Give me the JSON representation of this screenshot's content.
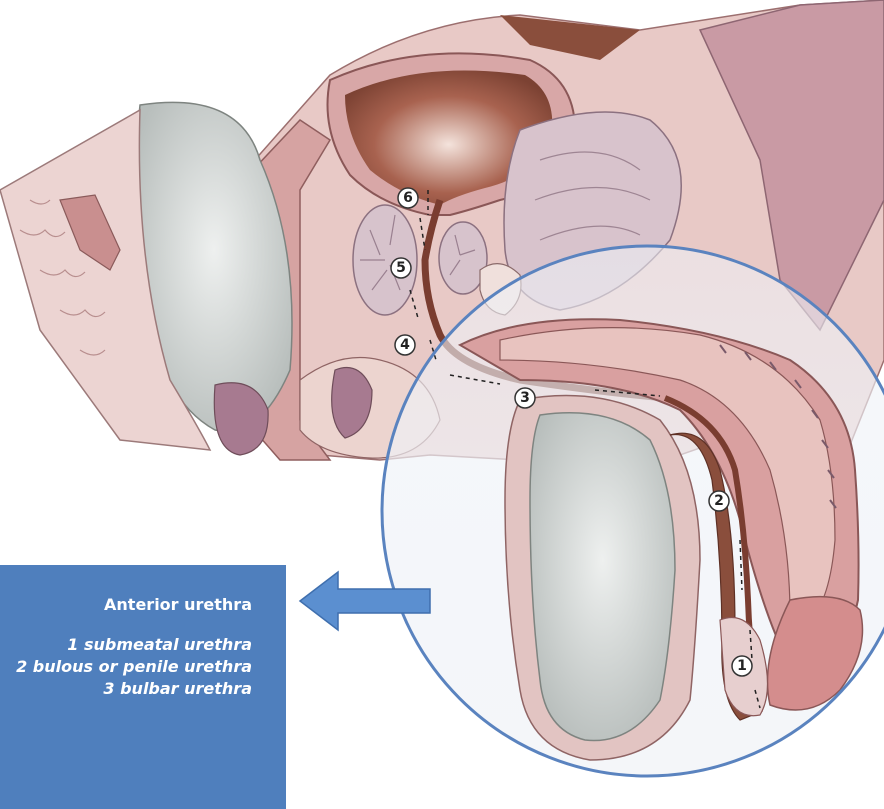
{
  "markers": [
    "1",
    "2",
    "3",
    "4",
    "5",
    "6"
  ],
  "caption": {
    "title": "Anterior urethra",
    "lines": [
      "1 submeatal urethra",
      "2 bulous or penile urethra",
      "3 bulbar urethra"
    ]
  },
  "colors": {
    "caption_box": "#4f7fbd",
    "arrow": "#5b8fd0",
    "highlight_circle": "#5a83bf",
    "tissue_light": "#e8c9c6",
    "tissue_mid": "#d9a0a0",
    "bladder": "#8a4e3c"
  }
}
